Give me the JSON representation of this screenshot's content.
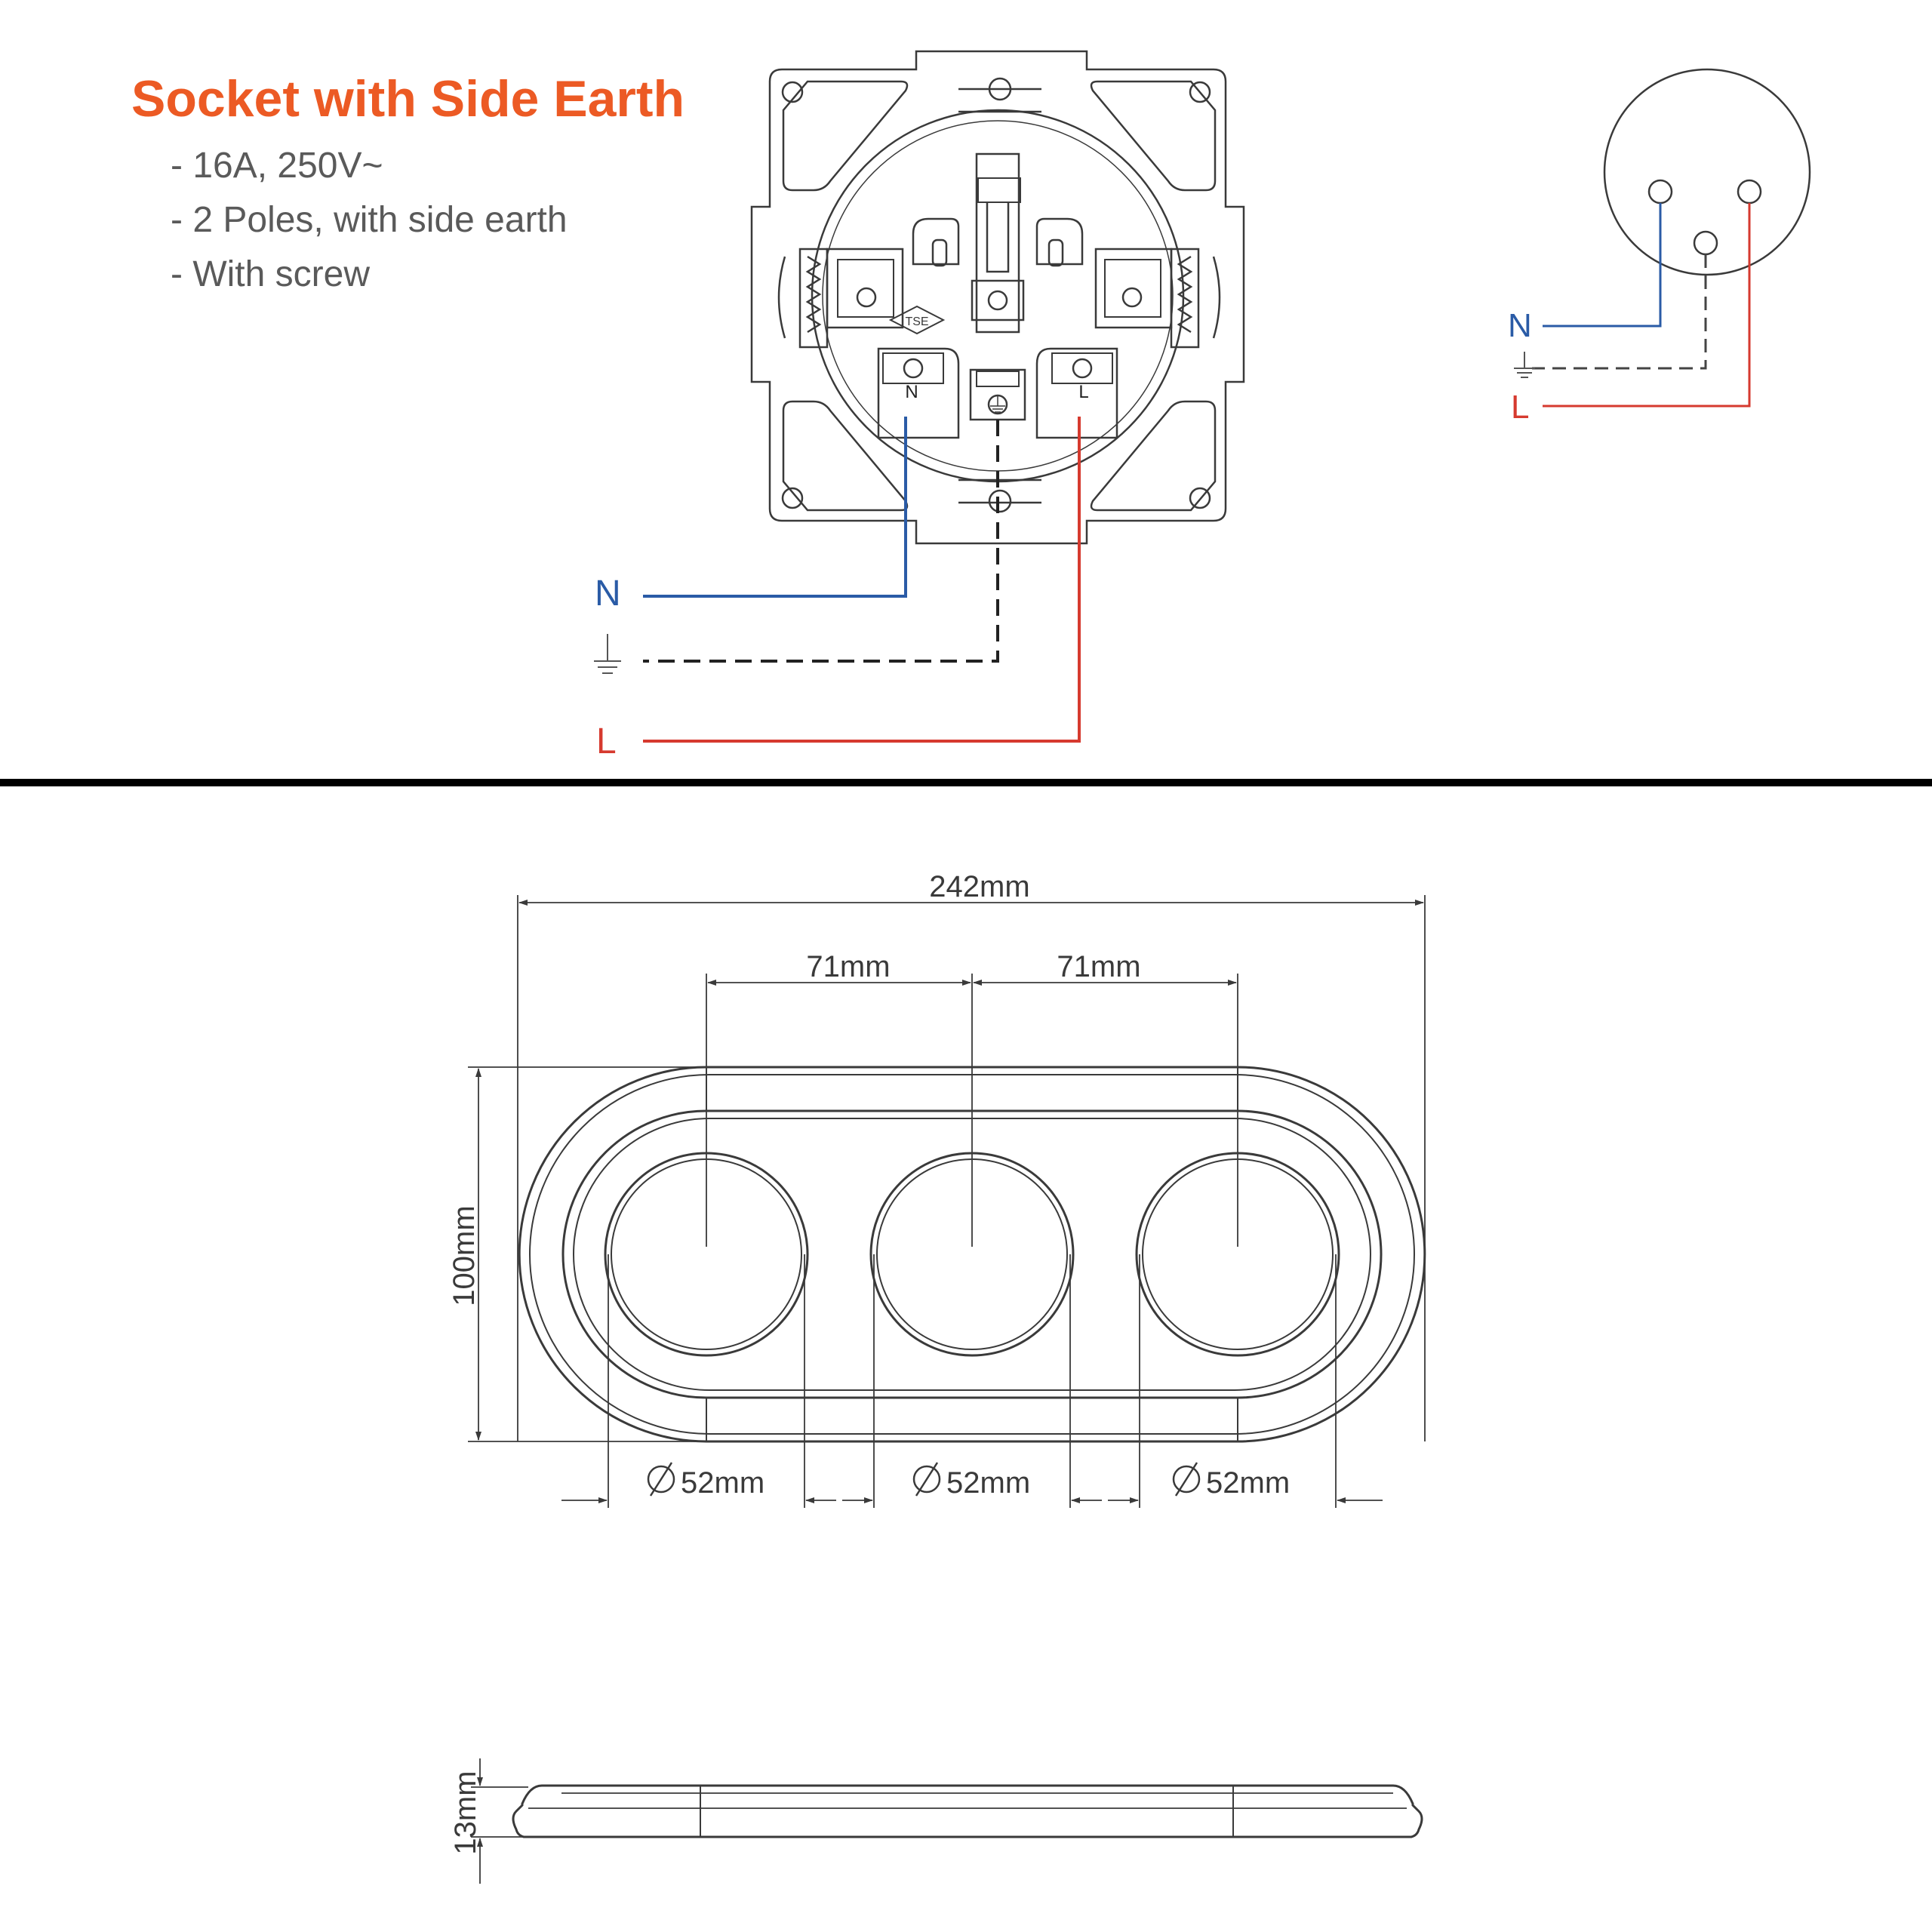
{
  "header": {
    "title": "Socket with Side Earth",
    "specs": [
      "- 16A, 250V~",
      "- 2 Poles, with side earth",
      "- With screw"
    ]
  },
  "wiring": {
    "neutral_label": "N",
    "live_label": "L",
    "terminal_n": "N",
    "terminal_l": "L",
    "certification_mark": "TSE"
  },
  "dimensions": {
    "total_width": "242mm",
    "spacing_left": "71mm",
    "spacing_right": "71mm",
    "height": "100mm",
    "diameters": [
      "52mm",
      "52mm",
      "52mm"
    ],
    "depth": "13mm"
  },
  "colors": {
    "title": "#ec5a24",
    "neutral": "#2a5ba6",
    "live": "#d63a2f",
    "earth": "#222222",
    "line": "#3a3a3a",
    "spec_text": "#5a5a5a"
  },
  "icons": [
    "earth-ground-icon",
    "diameter-icon"
  ]
}
